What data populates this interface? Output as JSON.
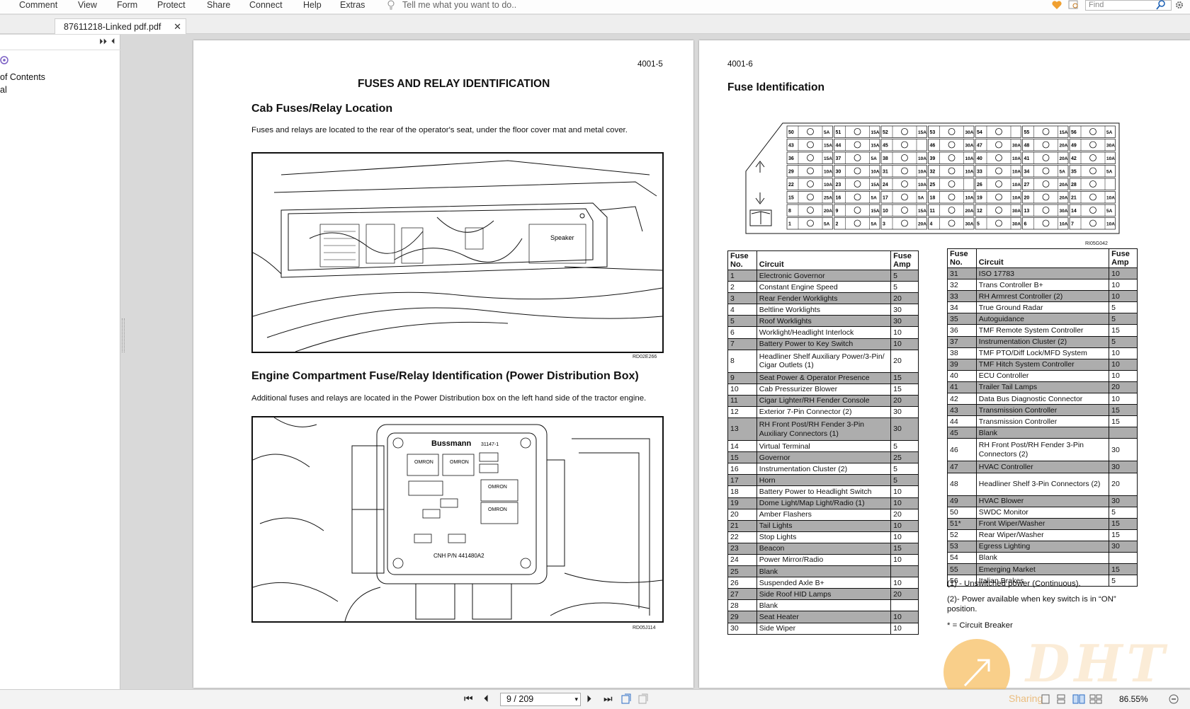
{
  "menu": {
    "items": [
      "Comment",
      "View",
      "Form",
      "Protect",
      "Share",
      "Connect",
      "Help",
      "Extras"
    ],
    "tellme": "Tell me what you want to do..",
    "find_placeholder": "Find"
  },
  "tab": {
    "label": "87611218-Linked pdf.pdf",
    "close": "✕"
  },
  "sidebar": {
    "bookmarks": [
      "of Contents",
      "al"
    ]
  },
  "left_page": {
    "page_number": "4001-5",
    "title": "FUSES AND RELAY IDENTIFICATION",
    "section1_heading": "Cab Fuses/Relay Location",
    "section1_text": "Fuses and relays are located to the rear of the operator's seat, under the floor cover mat and metal cover.",
    "fig1_code": "RD02E266",
    "speaker_label": "Speaker",
    "section2_heading": "Engine Compartment Fuse/Relay Identification (Power Distribution Box)",
    "section2_text": "Additional fuses and relays are located in the Power Distribution box on the left hand side of the tractor engine.",
    "fig2_code": "RD05J114",
    "box_brand": "Bussmann",
    "box_model": "31147-1",
    "box_pn": "CNH P/N 441480A2",
    "relay_label": "OMRON"
  },
  "right_page": {
    "page_number": "4001-6",
    "title": "Fuse Identification",
    "diagram_code": "RI05G042",
    "table_headers": {
      "no": "Fuse No.",
      "circuit": "Circuit",
      "amp": "Fuse Amp"
    },
    "table1": [
      [
        "1",
        "Electronic Governor",
        "5"
      ],
      [
        "2",
        "Constant Engine Speed",
        "5"
      ],
      [
        "3",
        "Rear Fender Worklights",
        "20"
      ],
      [
        "4",
        "Beltline Worklights",
        "30"
      ],
      [
        "5",
        "Roof Worklights",
        "30"
      ],
      [
        "6",
        "Worklight/Headlight Interlock",
        "10"
      ],
      [
        "7",
        "Battery Power to Key Switch",
        "10"
      ],
      [
        "8",
        "Headliner Shelf Auxiliary Power/3-Pin/ Cigar Outlets (1)",
        "20"
      ],
      [
        "9",
        "Seat Power & Operator Presence",
        "15"
      ],
      [
        "10",
        "Cab Pressurizer Blower",
        "15"
      ],
      [
        "11",
        "Cigar Lighter/RH Fender Console",
        "20"
      ],
      [
        "12",
        "Exterior 7-Pin Connector (2)",
        "30"
      ],
      [
        "13",
        "RH Front Post/RH Fender 3-Pin Auxiliary Connectors (1)",
        "30"
      ],
      [
        "14",
        "Virtual Terminal",
        "5"
      ],
      [
        "15",
        "Governor",
        "25"
      ],
      [
        "16",
        "Instrumentation Cluster (2)",
        "5"
      ],
      [
        "17",
        "Horn",
        "5"
      ],
      [
        "18",
        "Battery Power to Headlight Switch",
        "10"
      ],
      [
        "19",
        "Dome Light/Map Light/Radio (1)",
        "10"
      ],
      [
        "20",
        "Amber Flashers",
        "20"
      ],
      [
        "21",
        "Tail Lights",
        "10"
      ],
      [
        "22",
        "Stop Lights",
        "10"
      ],
      [
        "23",
        "Beacon",
        "15"
      ],
      [
        "24",
        "Power Mirror/Radio",
        "10"
      ],
      [
        "25",
        "Blank",
        ""
      ],
      [
        "26",
        "Suspended Axle B+",
        "10"
      ],
      [
        "27",
        "Side Roof HID Lamps",
        "20"
      ],
      [
        "28",
        "Blank",
        ""
      ],
      [
        "29",
        "Seat Heater",
        "10"
      ],
      [
        "30",
        "Side Wiper",
        "10"
      ]
    ],
    "table2": [
      [
        "31",
        "ISO 17783",
        "10"
      ],
      [
        "32",
        "Trans Controller B+",
        "10"
      ],
      [
        "33",
        "RH Armrest Controller (2)",
        "10"
      ],
      [
        "34",
        "True Ground Radar",
        "5"
      ],
      [
        "35",
        "Autoguidance",
        "5"
      ],
      [
        "36",
        "TMF Remote System Controller",
        "15"
      ],
      [
        "37",
        "Instrumentation Cluster (2)",
        "5"
      ],
      [
        "38",
        "TMF PTO/Diff Lock/MFD System",
        "10"
      ],
      [
        "39",
        "TMF Hitch System Controller",
        "10"
      ],
      [
        "40",
        "ECU Controller",
        "10"
      ],
      [
        "41",
        "Trailer Tail Lamps",
        "20"
      ],
      [
        "42",
        "Data Bus Diagnostic Connector",
        "10"
      ],
      [
        "43",
        "Transmission Controller",
        "15"
      ],
      [
        "44",
        "Transmission Controller",
        "15"
      ],
      [
        "45",
        "Blank",
        ""
      ],
      [
        "46",
        "RH Front Post/RH Fender 3-Pin Connectors (2)",
        "30"
      ],
      [
        "47",
        "HVAC Controller",
        "30"
      ],
      [
        "48",
        "Headliner Shelf 3-Pin Connectors (2)",
        "20"
      ],
      [
        "49",
        "HVAC Blower",
        "30"
      ],
      [
        "50",
        "SWDC Monitor",
        "5"
      ],
      [
        "51*",
        "Front Wiper/Washer",
        "15"
      ],
      [
        "52",
        "Rear Wiper/Washer",
        "15"
      ],
      [
        "53",
        "Egress Lighting",
        "30"
      ],
      [
        "54",
        "Blank",
        ""
      ],
      [
        "55",
        "Emerging Market",
        "15"
      ],
      [
        "56",
        "Italian Brakes",
        "5"
      ]
    ],
    "notes": [
      "(1) - Unswitched power (Continuous).",
      "(2)- Power available when key switch is in “ON” position.",
      "* = Circuit Breaker"
    ]
  },
  "navbar": {
    "page_display": "9 / 209",
    "zoom": "86.55%",
    "share_text": "Sharing"
  },
  "watermark": {
    "text": "DHT"
  }
}
